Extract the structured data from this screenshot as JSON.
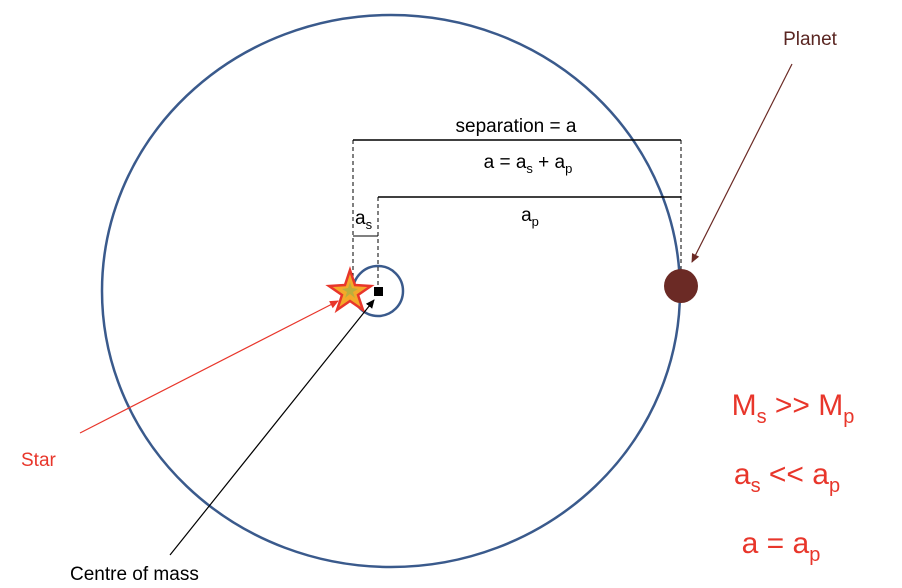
{
  "diagram": {
    "labels": {
      "planet": "Planet",
      "star": "Star",
      "centre_of_mass": "Centre of mass",
      "separation": "separation = a",
      "a_sum": {
        "a": "a = a",
        "s": "s",
        "plus": " + a",
        "p": "p"
      },
      "a_s": {
        "a": "a",
        "sub": "s"
      },
      "a_p": {
        "a": "a",
        "sub": "p"
      }
    },
    "equations": [
      {
        "l1": "M",
        "s1": "s",
        "op": " >> M",
        "s2": "p"
      },
      {
        "l1": "a",
        "s1": "s",
        "op": " << a",
        "s2": "p"
      },
      {
        "l1": "a = a",
        "s1": "p"
      }
    ],
    "colors": {
      "orbit": "#3a5a8c",
      "planet": "#6b2a25",
      "star_fill": "#f4a92a",
      "star_stroke": "#e8362b",
      "star_inner": "#b0b040",
      "red_text": "#e8362b",
      "brown_text": "#5a2622",
      "arrow_planet": "#6b2a25",
      "arrow_star": "#e8362b",
      "arrow_com": "#000000"
    }
  }
}
